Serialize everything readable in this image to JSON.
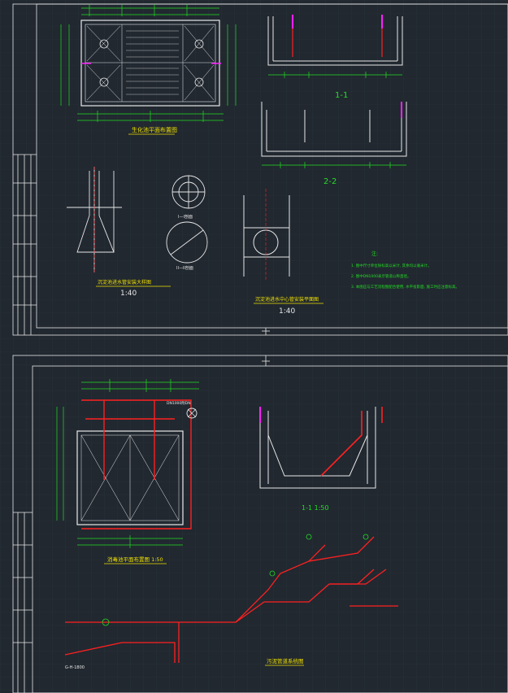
{
  "sheet1": {
    "plan_title": "生化池平面布置图",
    "section_1_label": "1-1",
    "section_2_label": "2-2",
    "detail_left_title": "沉淀池进水管安装大样图",
    "detail_left_scale": "1:40",
    "detail_right_title": "沉淀池进水中心管安装平面图",
    "detail_right_scale": "1:40",
    "circle_label_1": "I—I剖面",
    "circle_label_2": "II—II剖面",
    "notes_title": "注:",
    "notes": [
      "1. 图中尺寸单位除标高以米计, 其余均以毫米计。",
      "2. 图中DN1000表示管道公称直径。",
      "3. 本图应与工艺流程图配合使用, 水平投影面, 施工时应注意标高。"
    ]
  },
  "sheet2": {
    "plan_title": "消毒池平面布置图 1:50",
    "section_label": "1-1 1:50",
    "system_title": "污泥管道系统图",
    "pipe_label_1": "DN1000附DN",
    "tag_left": "G-H-1800"
  },
  "colors": {
    "background": "#212830",
    "structure": "#e8e8e8",
    "pipe": "#ff2020",
    "accent": "#ff20ff",
    "dimension": "#22dd22",
    "text": "#f0e000",
    "grid": "#2c343d"
  }
}
